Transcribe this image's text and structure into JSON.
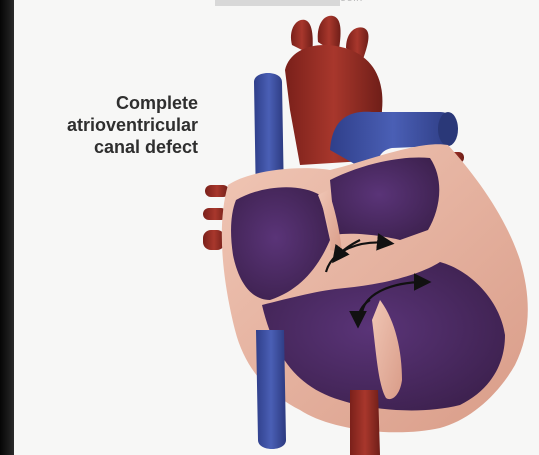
{
  "caption": {
    "line1": "Complete",
    "line2": "atrioventricular",
    "line3": "canal defect"
  },
  "top_text": "ooin",
  "colors": {
    "background": "#000000",
    "panel": "#f7f7f6",
    "vein_blue": "#3a4c9a",
    "artery_red": "#8f2a22",
    "chamber_purple": "#4a2a5e",
    "wall_pink": "#e8b7a5",
    "arrow": "#111111"
  },
  "icons": [
    "heart-illustration-icon",
    "flow-arrow-icon"
  ]
}
